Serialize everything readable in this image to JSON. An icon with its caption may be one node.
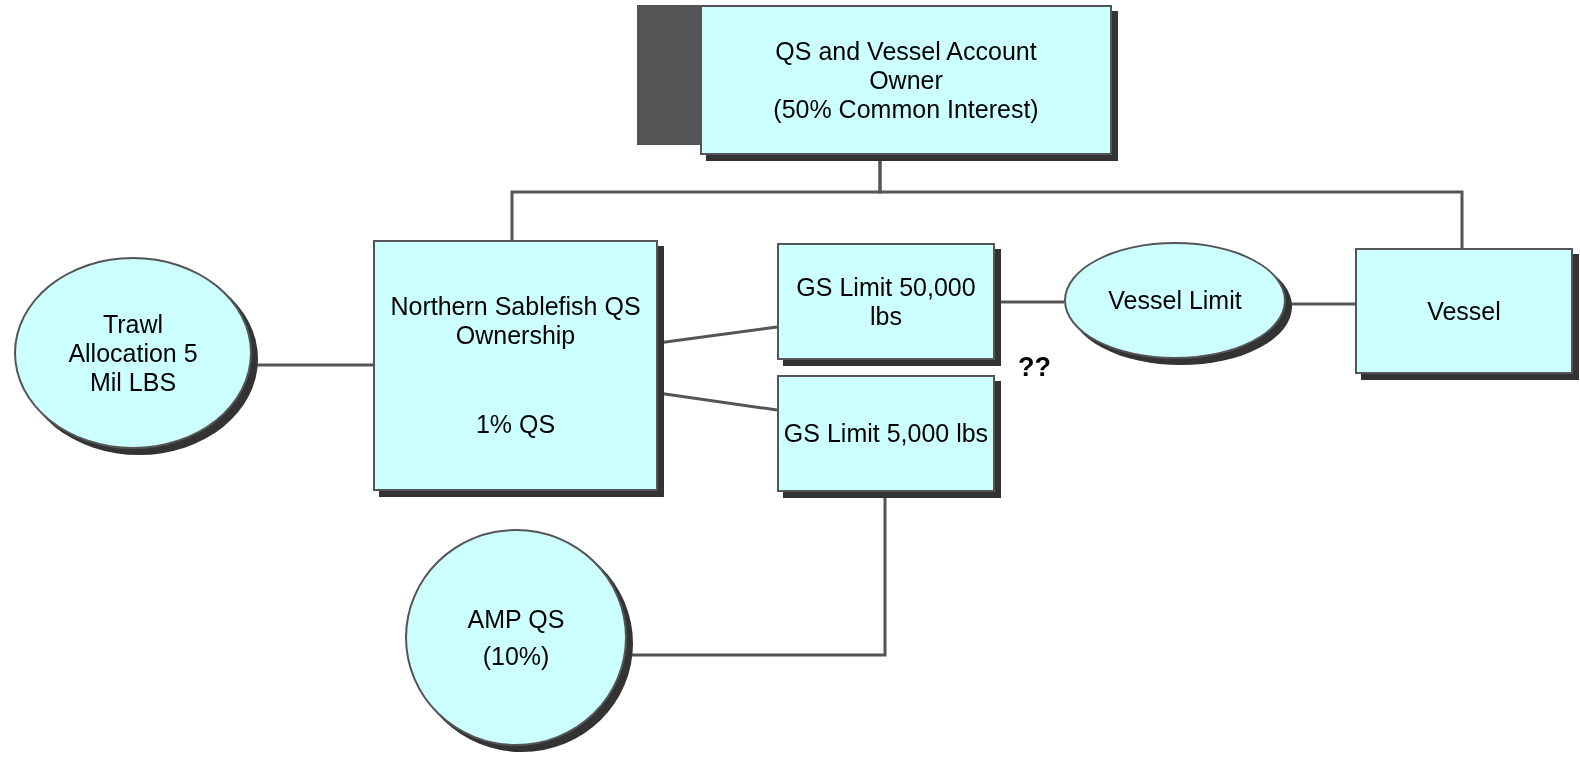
{
  "diagram": {
    "nodes": [
      {
        "text": [
          "QS and Vessel Account Owner",
          "(50% Common Interest)"
        ]
      },
      {
        "text": [
          "Trawl Allocation 5 Mil LBS"
        ]
      },
      {
        "text": [
          "Northern Sablefish QS Ownership",
          "1% QS"
        ]
      },
      {
        "text": [
          "GS Limit 50,000 lbs"
        ]
      },
      {
        "text": [
          "GS Limit 5,000 lbs"
        ]
      },
      {
        "text": [
          "Vessel Limit"
        ]
      },
      {
        "text": [
          "Vessel"
        ]
      },
      {
        "text": [
          "AMP QS",
          "(10%)"
        ]
      }
    ],
    "edges": [
      {
        "from": 0,
        "to": 2,
        "arrow": "none"
      },
      {
        "from": 0,
        "to": 6,
        "arrow": "none"
      },
      {
        "from": 1,
        "to": 2,
        "arrow": "none"
      },
      {
        "from": 2,
        "to": 3,
        "arrow": "none"
      },
      {
        "from": 2,
        "to": 4,
        "arrow": "none"
      },
      {
        "from": 3,
        "to": 5,
        "arrow": "none"
      },
      {
        "from": 5,
        "to": 6,
        "arrow": "none"
      },
      {
        "from": 7,
        "to": 4,
        "arrow": "none"
      }
    ],
    "labels": [
      "??"
    ]
  }
}
